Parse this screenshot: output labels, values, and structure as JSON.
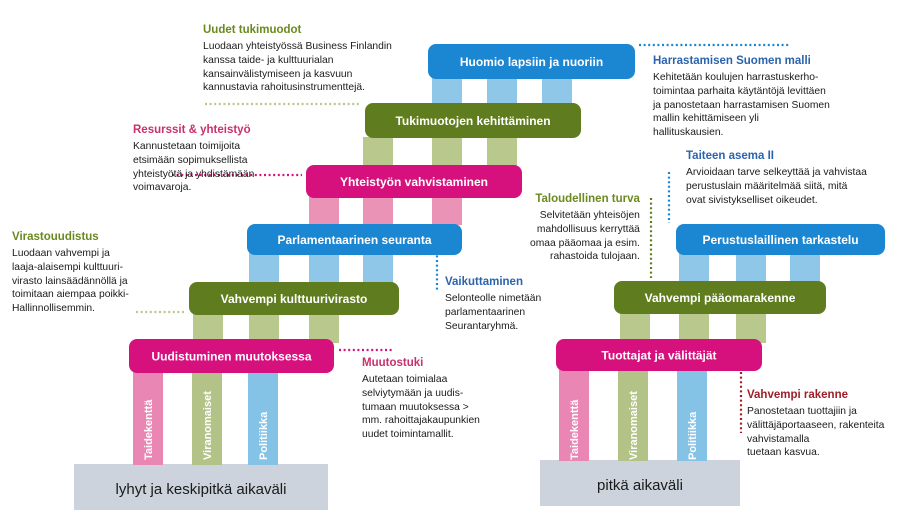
{
  "colors": {
    "blue": "#1b86d2",
    "green": "#5f7d1e",
    "pink": "#d6117e",
    "strip_blue": "#8ec7e7",
    "strip_green": "#b9c98d",
    "strip_pink": "#ea93b6",
    "column_pink": "#e986b4",
    "column_green": "#b3c388",
    "column_blue": "#85c3e6",
    "ground": "#ccd3dc",
    "text_green": "#6a8a1f",
    "text_pink": "#c8306e",
    "text_blue": "#2b63ad",
    "text_dark_red": "#9e1f28"
  },
  "left": {
    "pillars": [
      "Taidekenttä",
      "Viranomaiset",
      "Politiikka"
    ],
    "ground": "lyhyt ja keskipitkä aikaväli",
    "steps": [
      {
        "label": "Uudistuminen muutoksessa",
        "color": "pink"
      },
      {
        "label": "Vahvempi kulttuurivirasto",
        "color": "green"
      },
      {
        "label": "Parlamentaarinen seuranta",
        "color": "blue"
      },
      {
        "label": "Yhteistyön vahvistaminen",
        "color": "pink"
      },
      {
        "label": "Tukimuotojen kehittäminen",
        "color": "green"
      },
      {
        "label": "Huomio lapsiin ja nuoriin",
        "color": "blue"
      }
    ]
  },
  "right": {
    "pillars": [
      "Taidekenttä",
      "Viranomaiset",
      "Politiikka"
    ],
    "ground": "pitkä aikaväli",
    "steps": [
      {
        "label": "Tuottajat ja välittäjät",
        "color": "pink"
      },
      {
        "label": "Vahvempi pääomarakenne",
        "color": "green"
      },
      {
        "label": "Perustuslaillinen tarkastelu",
        "color": "blue"
      }
    ]
  },
  "annotations": [
    {
      "key": "uudet",
      "title": "Uudet tukimuodot",
      "color": "green",
      "lines": [
        "Luodaan yhteistyössä Business Finlandin",
        "kanssa taide- ja kulttuurialan",
        "kansainvälistymiseen ja kasvuun",
        "kannustavia rahoitusinstrumenttejä."
      ]
    },
    {
      "key": "resurssit",
      "title": "Resurssit & yhteistyö",
      "color": "pink",
      "lines": [
        "Kannustetaan toimijoita",
        "etsimään sopimuksellista",
        "yhteistyötä ja yhdistämään",
        "voimavaroja."
      ]
    },
    {
      "key": "viraston",
      "title": "Virastouudistus",
      "color": "green",
      "lines": [
        "Luodaan vahvempi  ja",
        "laaja-alaisempi kulttuuri-",
        "virasto lainsäädännöllä ja",
        "toimitaan aiempaa poikki-",
        "Hallinnollisemmin."
      ]
    },
    {
      "key": "muutostuki",
      "title": "Muutostuki",
      "color": "pink",
      "lines": [
        "Autetaan toimialaa",
        "selviytymään ja uudis-",
        "tumaan muutoksessa >",
        "mm. rahoittajakaupunkien",
        "uudet toimintamallit."
      ]
    },
    {
      "key": "vaikuttaminen",
      "title": "Vaikuttaminen",
      "color": "blue",
      "lines": [
        "Selonteolle nimetään",
        "parlamentaarinen",
        "Seurantaryhmä."
      ]
    },
    {
      "key": "harrastaminen",
      "title": "Harrastamisen Suomen malli",
      "color": "blue",
      "lines": [
        "Kehitetään koulujen harrastuskerho-",
        "toimintaa parhaita käytäntöjä levittäen",
        "ja panostetaan harrastamisen Suomen",
        "mallin kehittämiseen yli",
        "hallituskausien."
      ]
    },
    {
      "key": "taiteen",
      "title": "Taiteen asema II",
      "color": "blue",
      "lines": [
        "Arvioidaan tarve selkeyttää ja vahvistaa",
        "perustuslain määritelmää siitä, mitä",
        "ovat sivistykselliset oikeudet."
      ]
    },
    {
      "key": "taloudellinen",
      "title": "Taloudellinen turva",
      "color": "green",
      "lines": [
        "Selvitetään yhteisöjen",
        "mahdollisuus kerryttää",
        "omaa pääomaa ja esim.",
        "rahastoida tulojaan."
      ]
    },
    {
      "key": "rakenne",
      "title": "Vahvempi rakenne",
      "color": "dark",
      "lines": [
        "Panostetaan tuottajiin ja",
        "välittäjäportaaseen, rakenteita",
        "vahvistamalla",
        "tuetaan kasvua."
      ]
    }
  ]
}
